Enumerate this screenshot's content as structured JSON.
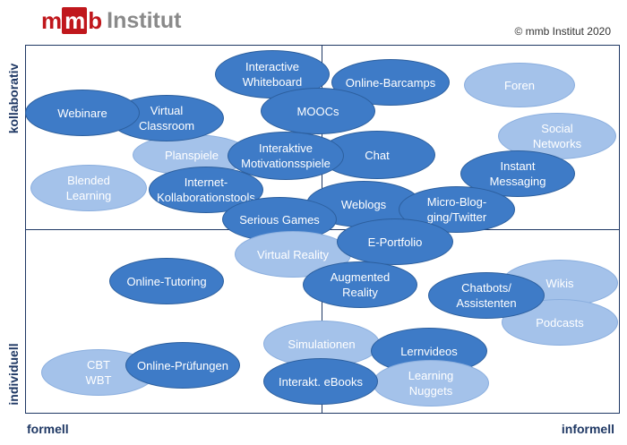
{
  "header": {
    "logo_mmb": "mmb",
    "logo_institut": "Institut",
    "copyright": "© mmb Institut 2020"
  },
  "axes": {
    "y_top": "kollaborativ",
    "y_bottom": "individuell",
    "x_left": "formell",
    "x_right": "informell"
  },
  "bubbles": {
    "webinare": "Webinare",
    "virtual_classroom": "Virtual\nClassroom",
    "interactive_whiteboard": "Interactive\nWhiteboard",
    "online_barcamps": "Online-Barcamps",
    "foren": "Foren",
    "moocs": "MOOCs",
    "social_networks": "Social\nNetworks",
    "planspiele": "Planspiele",
    "interaktive_motivationsspiele": "Interaktive\nMotivationsspiele",
    "chat": "Chat",
    "instant_messaging": "Instant\nMessaging",
    "blended_learning": "Blended\nLearning",
    "internet_kollaborationstools": "Internet-\nKollaborationstools",
    "weblogs": "Weblogs",
    "micro_blogging": "Micro-Blog-\nging/Twitter",
    "serious_games": "Serious Games",
    "e_portfolio": "E-Portfolio",
    "virtual_reality": "Virtual Reality",
    "online_tutoring": "Online-Tutoring",
    "augmented_reality": "Augmented\nReality",
    "wikis": "Wikis",
    "chatbots": "Chatbots/\nAssistenten",
    "podcasts": "Podcasts",
    "simulationen": "Simulationen",
    "lernvideos": "Lernvideos",
    "cbt_wbt": "CBT\nWBT",
    "online_pruefungen": "Online-Prüfungen",
    "interakt_ebooks": "Interakt. eBooks",
    "learning_nuggets": "Learning\nNuggets"
  },
  "colors": {
    "dark_bubble": "#3e7bc7",
    "light_bubble": "#a4c2ea",
    "frame": "#1f3864",
    "logo_red": "#c0171c"
  }
}
